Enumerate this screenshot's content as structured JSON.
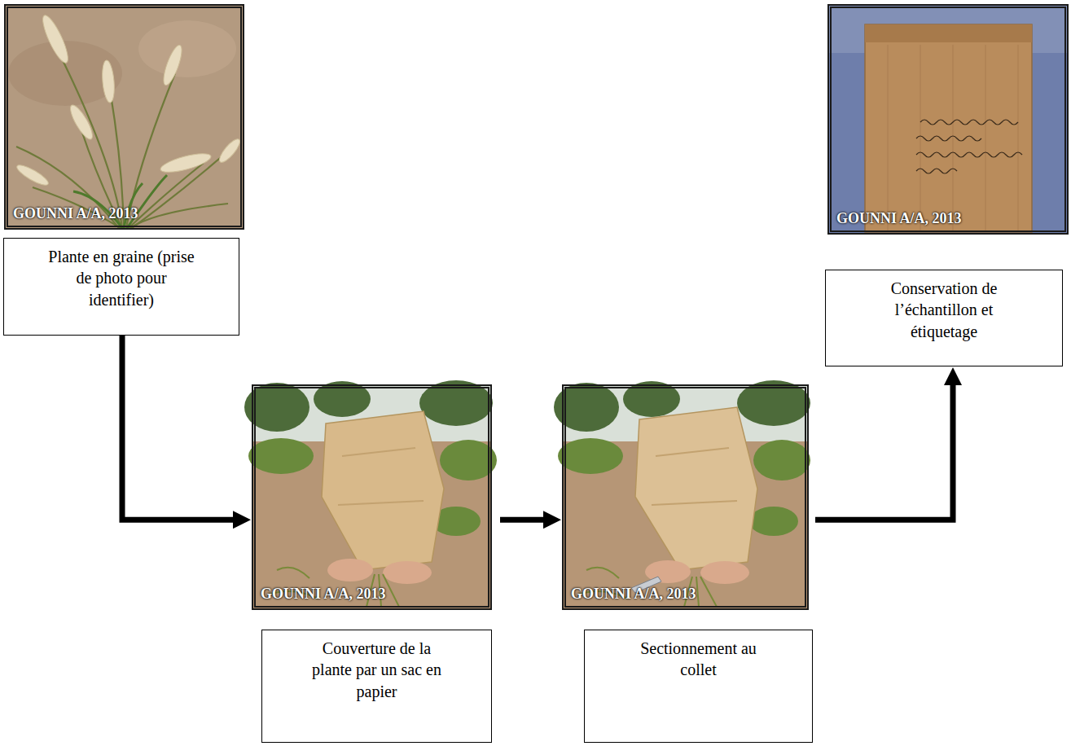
{
  "diagram": {
    "nodes": [
      {
        "text": [
          "GOUNNI A/A, 2013"
        ]
      },
      {
        "text": [
          "Plante en graine (prise de photo pour identifier)"
        ]
      },
      {
        "text": [
          "GOUNNI A/A, 2013"
        ]
      },
      {
        "text": [
          "Couverture de la plante par un sac en papier"
        ]
      },
      {
        "text": [
          "GOUNNI A/A, 2013"
        ]
      },
      {
        "text": [
          "Sectionnement au collet"
        ]
      },
      {
        "text": [
          "GOUNNI A/A, 2013"
        ]
      },
      {
        "text": [
          "Conservation de l’échantillon et étiquetage"
        ]
      }
    ],
    "edges": [
      {
        "from": 1,
        "to": 2,
        "arrow": "to"
      },
      {
        "from": 2,
        "to": 4,
        "arrow": "to"
      },
      {
        "from": 4,
        "to": 7,
        "arrow": "to"
      }
    ]
  }
}
